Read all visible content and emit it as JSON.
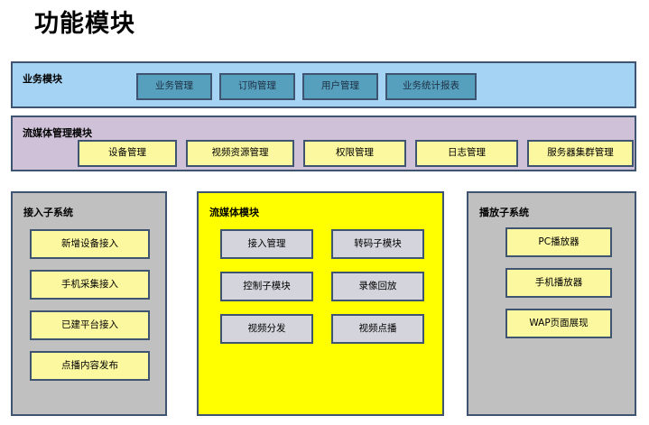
{
  "page": {
    "title": "功能模块",
    "background": "#ffffff"
  },
  "colors": {
    "border": "#3e5470",
    "business_band_bg": "#a5d3f3",
    "business_chip_bg": "#57a0bd",
    "stream_manage_band_bg": "#cfc2d8",
    "subsystem_panel_bg": "#c0c0c0",
    "stream_module_bg": "#ffff00",
    "yellow_chip_bg": "#fbf8a0",
    "gray_chip_bg": "#d4d4dd"
  },
  "business_module": {
    "title": "业务模块",
    "items": [
      {
        "label": "业务管理",
        "width": 84
      },
      {
        "label": "订购管理",
        "width": 84
      },
      {
        "label": "用户管理",
        "width": 84
      },
      {
        "label": "业务统计报表",
        "width": 101
      }
    ]
  },
  "stream_manage_module": {
    "title": "流媒体管理模块",
    "items": [
      {
        "label": "设备管理",
        "width": 110
      },
      {
        "label": "视频资源管理",
        "width": 120
      },
      {
        "label": "权限管理",
        "width": 114
      },
      {
        "label": "日志管理",
        "width": 114
      },
      {
        "label": "服务器集群管理",
        "width": 118
      }
    ]
  },
  "access_subsystem": {
    "title": "接入子系统",
    "items": [
      {
        "label": "新增设备接入"
      },
      {
        "label": "手机采集接入"
      },
      {
        "label": "已建平台接入"
      },
      {
        "label": "点播内容发布"
      }
    ]
  },
  "stream_module": {
    "title": "流媒体模块",
    "items": [
      {
        "label": "接入管理"
      },
      {
        "label": "转码子模块"
      },
      {
        "label": "控制子模块"
      },
      {
        "label": "录像回放"
      },
      {
        "label": "视频分发"
      },
      {
        "label": "视频点播"
      }
    ]
  },
  "play_subsystem": {
    "title": "播放子系统",
    "items": [
      {
        "label": "PC播放器"
      },
      {
        "label": "手机播放器"
      },
      {
        "label": "WAP页面展现"
      }
    ]
  }
}
